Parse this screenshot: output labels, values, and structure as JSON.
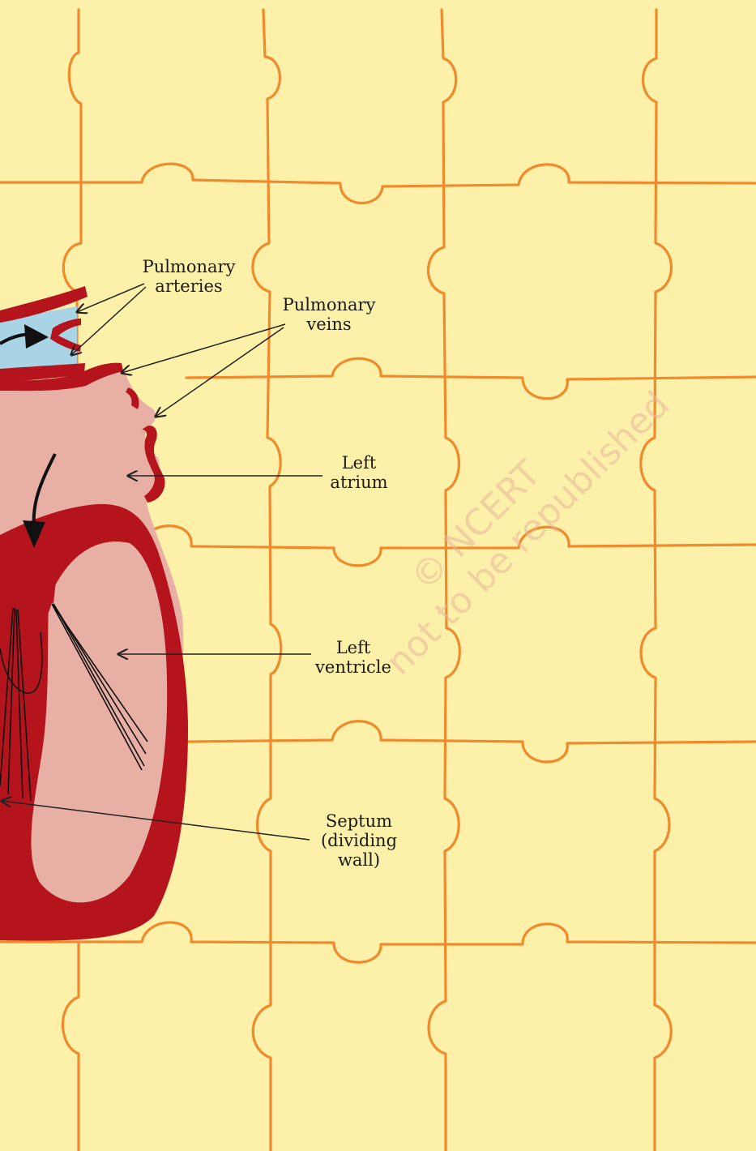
{
  "labels": {
    "pulmonary_arteries": [
      "Pulmonary",
      "arteries"
    ],
    "pulmonary_veins": [
      "Pulmonary",
      "veins"
    ],
    "left_atrium": [
      "Left",
      "atrium"
    ],
    "left_ventricle": [
      "Left",
      "ventricle"
    ],
    "septum": [
      "Septum",
      "(dividing",
      "wall)"
    ]
  },
  "watermark": [
    "© NCERT",
    "not to be republished"
  ],
  "colors": {
    "background": "#fdf1a9",
    "puzzle_lines": "#f08a2c",
    "heart_wall": "#b5141d",
    "heart_chamber": "#e8b0a4",
    "vessel_blood": "#a8d4e6",
    "pointer": "#222222"
  }
}
